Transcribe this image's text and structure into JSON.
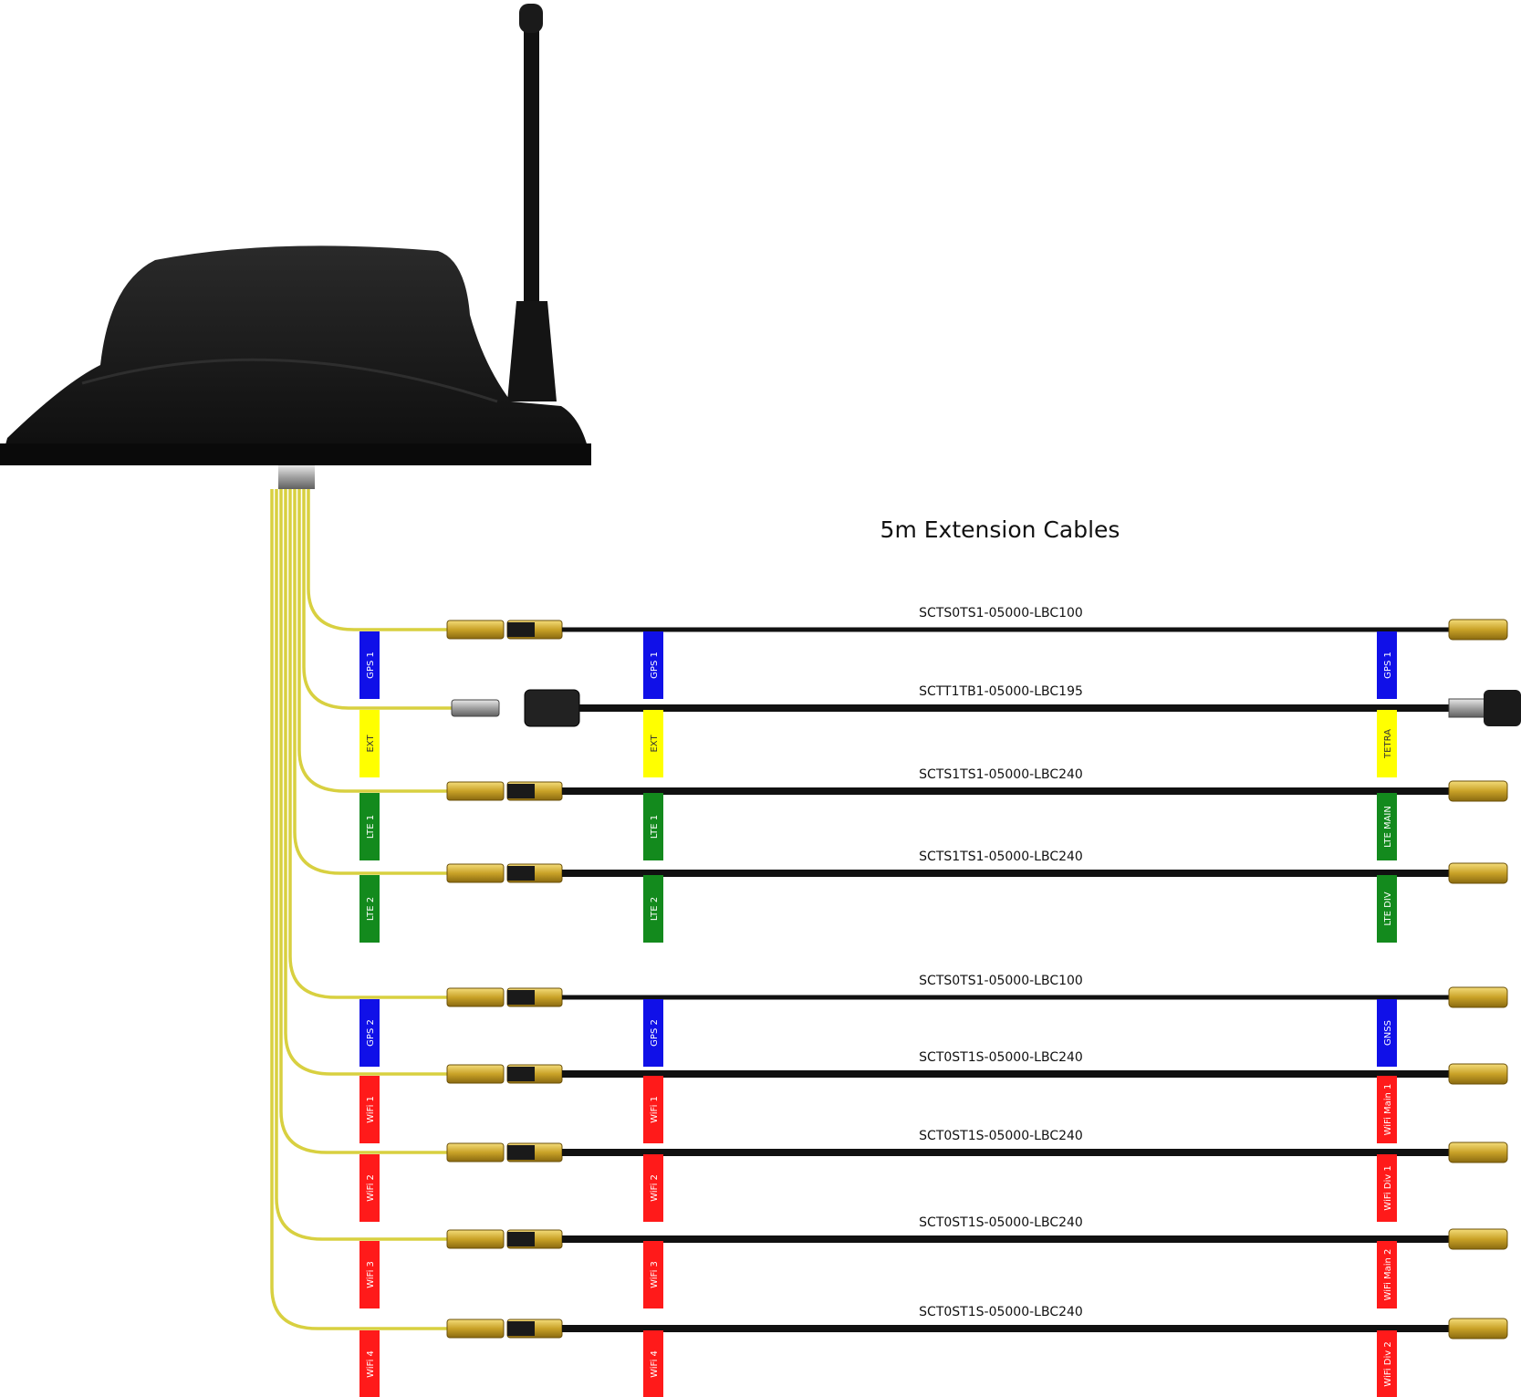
{
  "title": "5m Extension Cables",
  "colors": {
    "blue": "#1010e8",
    "yellow": "#ffff00",
    "green": "#138a1d",
    "red": "#ff1a1a",
    "pigtail": "#d8d040",
    "cable": "#111111",
    "connector": "#c9a227",
    "antenna_body": "#1a1a1a"
  },
  "cables": [
    {
      "part": "SCTS0TS1-05000-LBC100",
      "color": "blue",
      "tags": [
        "GPS 1",
        "GPS 1",
        "GPS 1"
      ],
      "thick": false,
      "type": "sma"
    },
    {
      "part": "SCTT1TB1-05000-LBC195",
      "color": "yellow",
      "tags": [
        "EXT",
        "EXT",
        "TETRA"
      ],
      "thick": true,
      "type": "tnc"
    },
    {
      "part": "SCTS1TS1-05000-LBC240",
      "color": "green",
      "tags": [
        "LTE 1",
        "LTE 1",
        "LTE MAIN"
      ],
      "thick": true,
      "type": "sma"
    },
    {
      "part": "SCTS1TS1-05000-LBC240",
      "color": "green",
      "tags": [
        "LTE 2",
        "LTE 2",
        "LTE DIV"
      ],
      "thick": true,
      "type": "sma"
    },
    {
      "part": "SCTS0TS1-05000-LBC100",
      "color": "blue",
      "tags": [
        "GPS 2",
        "GPS 2",
        "GNSS"
      ],
      "thick": false,
      "type": "sma"
    },
    {
      "part": "SCT0ST1S-05000-LBC240",
      "color": "red",
      "tags": [
        "WiFi 1",
        "WiFi 1",
        "WiFi Main 1"
      ],
      "thick": true,
      "type": "sma"
    },
    {
      "part": "SCT0ST1S-05000-LBC240",
      "color": "red",
      "tags": [
        "WiFi 2",
        "WiFi 2",
        "WiFi Div 1"
      ],
      "thick": true,
      "type": "sma"
    },
    {
      "part": "SCT0ST1S-05000-LBC240",
      "color": "red",
      "tags": [
        "WiFi 3",
        "WiFi 3",
        "WiFi Main 2"
      ],
      "thick": true,
      "type": "sma"
    },
    {
      "part": "SCT0ST1S-05000-LBC240",
      "color": "red",
      "tags": [
        "WiFi 4",
        "WiFi 4",
        "WiFi Div 2"
      ],
      "thick": true,
      "type": "sma"
    }
  ]
}
